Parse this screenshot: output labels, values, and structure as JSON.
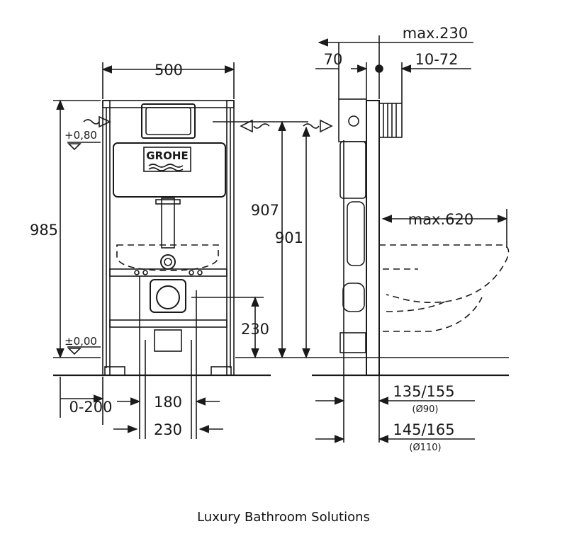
{
  "brand": {
    "logo_text": "GROHE"
  },
  "front_view": {
    "width_label": "500",
    "height_label": "985",
    "level_top_label": "+0,80",
    "level_bottom_label": "±0,00",
    "offset_label": "0-200",
    "waste_center_label": "180",
    "waste_width_label": "230",
    "waste_height_label": "230",
    "inlet_height_a_label": "907",
    "inlet_height_b_label": "901"
  },
  "side_view": {
    "max_depth_label": "max.230",
    "inlet_offset_label": "70",
    "wall_range_label": "10-72",
    "projection_label": "max.620",
    "pipe_a_label": "135/155",
    "pipe_a_diameter_label": "(Ø90)",
    "pipe_b_label": "145/165",
    "pipe_b_diameter_label": "(Ø110)"
  },
  "caption": "Luxury Bathroom Solutions",
  "colors": {
    "line": "#1a1a1a",
    "background": "#ffffff"
  }
}
